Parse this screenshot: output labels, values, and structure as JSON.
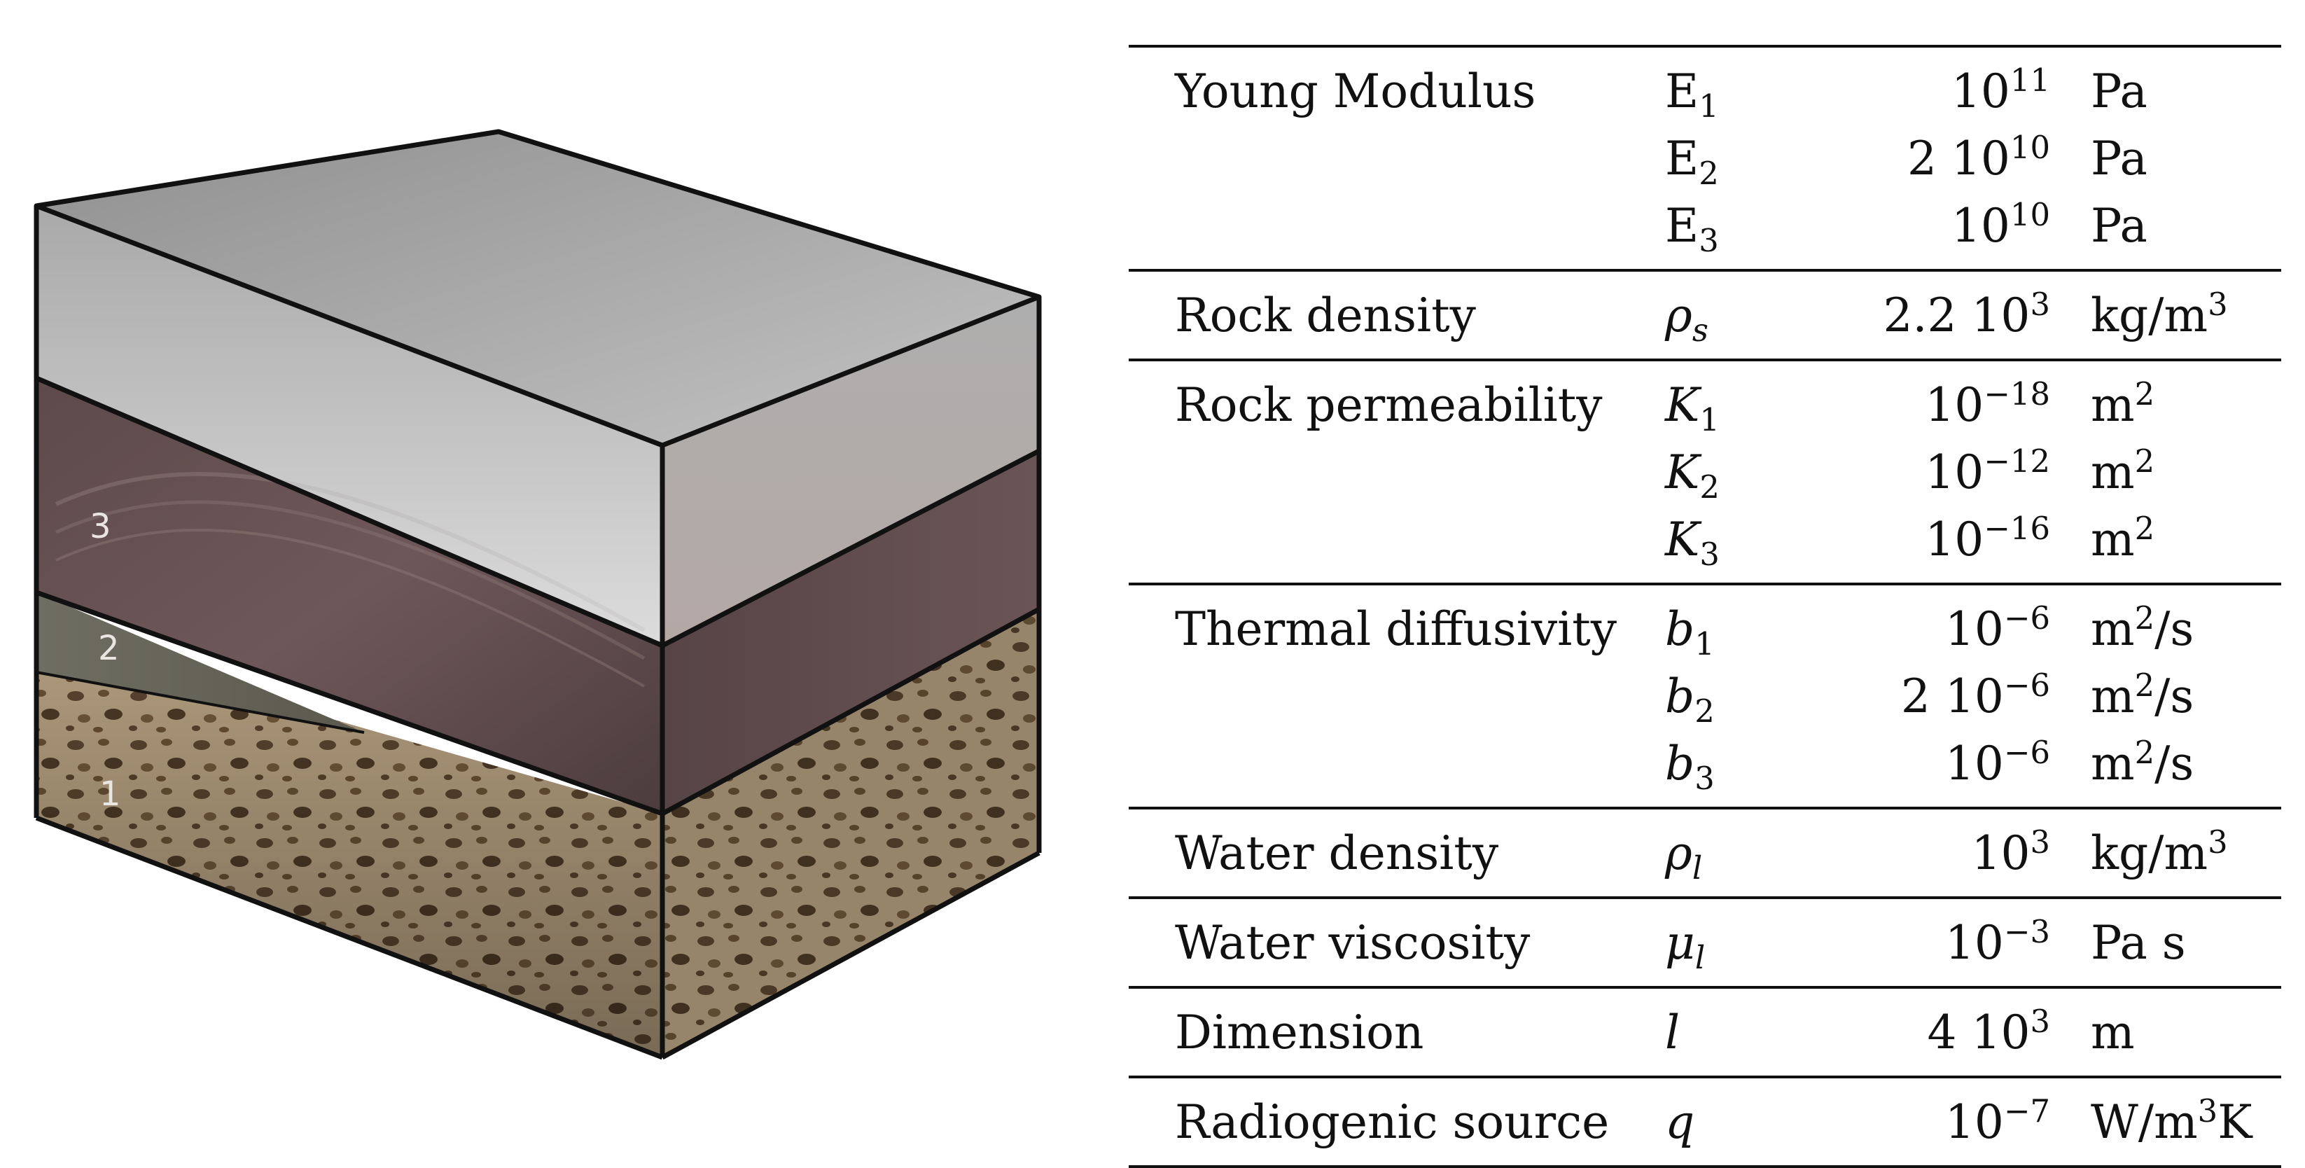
{
  "figure": {
    "layer_labels": [
      "3",
      "2",
      "1"
    ]
  },
  "table": {
    "groups": [
      {
        "name": "Young Modulus",
        "rows": [
          {
            "sym": "E",
            "sym_sub": "1",
            "italic": false,
            "val": "10",
            "val_sup": "11",
            "unit": "Pa",
            "unit_sup": "",
            "unit_tail": ""
          },
          {
            "sym": "E",
            "sym_sub": "2",
            "italic": false,
            "val": "2 10",
            "val_sup": "10",
            "unit": "Pa",
            "unit_sup": "",
            "unit_tail": ""
          },
          {
            "sym": "E",
            "sym_sub": "3",
            "italic": false,
            "val": "10",
            "val_sup": "10",
            "unit": "Pa",
            "unit_sup": "",
            "unit_tail": ""
          }
        ]
      },
      {
        "name": "Rock density",
        "rows": [
          {
            "sym": "ρ",
            "sym_sub": "s",
            "italic": true,
            "val": "2.2 10",
            "val_sup": "3",
            "unit": "kg/m",
            "unit_sup": "3",
            "unit_tail": ""
          }
        ]
      },
      {
        "name": "Rock permeability",
        "rows": [
          {
            "sym": "K",
            "sym_sub": "1",
            "italic": true,
            "val": "10",
            "val_sup": "−18",
            "unit": "m",
            "unit_sup": "2",
            "unit_tail": ""
          },
          {
            "sym": "K",
            "sym_sub": "2",
            "italic": true,
            "val": "10",
            "val_sup": "−12",
            "unit": "m",
            "unit_sup": "2",
            "unit_tail": ""
          },
          {
            "sym": "K",
            "sym_sub": "3",
            "italic": true,
            "val": "10",
            "val_sup": "−16",
            "unit": "m",
            "unit_sup": "2",
            "unit_tail": ""
          }
        ]
      },
      {
        "name": "Thermal diffusivity",
        "rows": [
          {
            "sym": "b",
            "sym_sub": "1",
            "italic": true,
            "val": "10",
            "val_sup": "−6",
            "unit": "m",
            "unit_sup": "2",
            "unit_tail": "/s"
          },
          {
            "sym": "b",
            "sym_sub": "2",
            "italic": true,
            "val": "2 10",
            "val_sup": "−6",
            "unit": "m",
            "unit_sup": "2",
            "unit_tail": "/s"
          },
          {
            "sym": "b",
            "sym_sub": "3",
            "italic": true,
            "val": "10",
            "val_sup": "−6",
            "unit": "m",
            "unit_sup": "2",
            "unit_tail": "/s"
          }
        ]
      },
      {
        "name": "Water density",
        "rows": [
          {
            "sym": "ρ",
            "sym_sub": "l",
            "italic": true,
            "val": "10",
            "val_sup": "3",
            "unit": "kg/m",
            "unit_sup": "3",
            "unit_tail": ""
          }
        ]
      },
      {
        "name": "Water viscosity",
        "rows": [
          {
            "sym": "μ",
            "sym_sub": "l",
            "italic": true,
            "val": "10",
            "val_sup": "−3",
            "unit": "Pa  s",
            "unit_sup": "",
            "unit_tail": ""
          }
        ]
      },
      {
        "name": "Dimension",
        "rows": [
          {
            "sym": "l",
            "sym_sub": "",
            "italic": true,
            "val": "4 10",
            "val_sup": "3",
            "unit": "m",
            "unit_sup": "",
            "unit_tail": ""
          }
        ]
      },
      {
        "name": "Radiogenic source",
        "rows": [
          {
            "sym": "q",
            "sym_sub": "",
            "italic": true,
            "val": "10",
            "val_sup": "−7",
            "unit": "W/m",
            "unit_sup": "3",
            "unit_tail": "K"
          }
        ]
      }
    ]
  }
}
